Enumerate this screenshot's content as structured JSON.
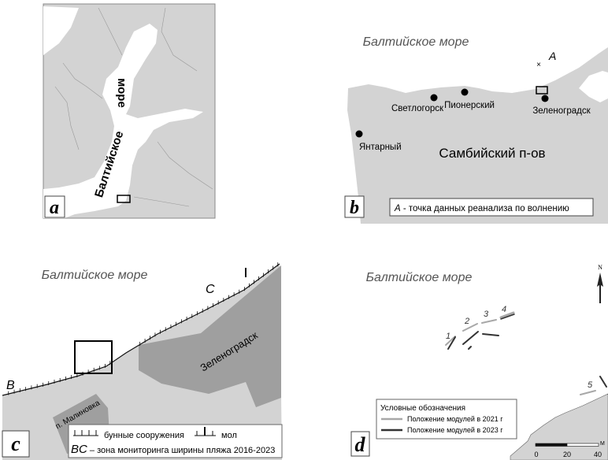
{
  "colors": {
    "land": "#d3d3d3",
    "town": "#9f9f9f",
    "sea": "#ffffff",
    "line": "#111111",
    "module_2021": "#a8a8a8",
    "module_2023": "#333333"
  },
  "panel_a": {
    "label": "a",
    "sea_name_1": "Балтийское",
    "sea_name_2": "море"
  },
  "panel_b": {
    "label": "b",
    "sea_name": "Балтийское море",
    "peninsula": "Самбийский п-ов",
    "point_a": "A",
    "towns": [
      "Светлогорск",
      "Пионерский",
      "Зеленоградск",
      "Янтарный"
    ],
    "legend_letter": "A",
    "legend_text": " - точка данных реанализа по волнению"
  },
  "panel_c": {
    "label": "c",
    "sea_name": "Балтийское море",
    "point_b": "B",
    "point_c": "C",
    "town": "Зеленоградск",
    "village": "п. Малиновка",
    "legend_groins": "бунные сооружения",
    "legend_pier": "мол",
    "legend_bc": "BC",
    "legend_bc_text": " – зона мониторинга ширины пляжа 2016-2023"
  },
  "panel_d": {
    "label": "d",
    "sea_name": "Балтийское море",
    "north": "N",
    "modules": [
      "1",
      "2",
      "3",
      "4",
      "5"
    ],
    "legend_title": "Условные обозначения",
    "legend_2021": "Положение модулей в 2021 г",
    "legend_2023": "Положение модулей в 2023 г",
    "scale_unit": "М",
    "scale_ticks": [
      "0",
      "20",
      "40"
    ]
  }
}
